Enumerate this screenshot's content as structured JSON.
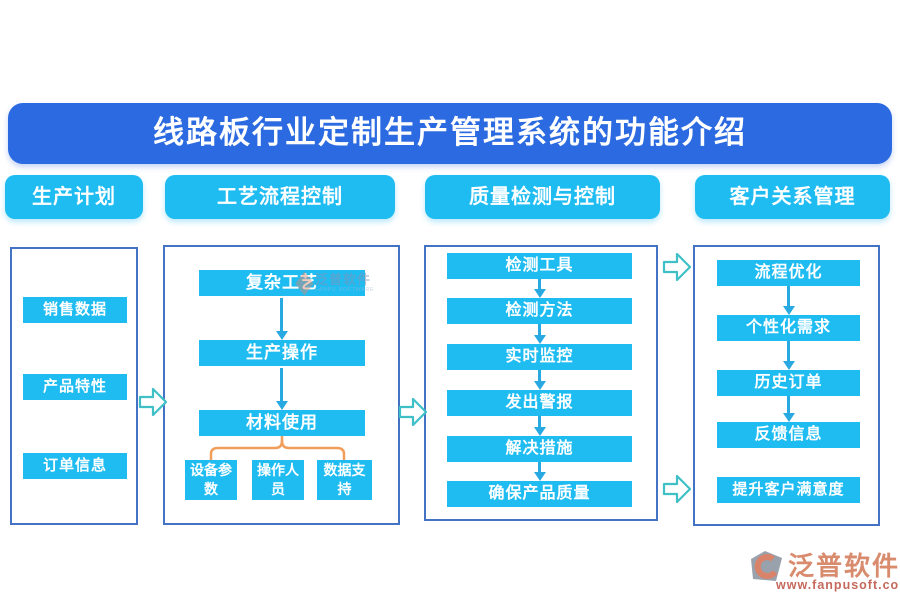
{
  "title": "线路板行业定制生产管理系统的功能介绍",
  "columns": [
    {
      "header": "生产计划",
      "items": [
        "销售数据",
        "产品特性",
        "订单信息"
      ]
    },
    {
      "header": "工艺流程控制",
      "items": [
        "复杂工艺",
        "生产操作",
        "材料使用"
      ],
      "sub_items": [
        "设备参数",
        "操作人员",
        "数据支持"
      ]
    },
    {
      "header": "质量检测与控制",
      "items": [
        "检测工具",
        "检测方法",
        "实时监控",
        "发出警报",
        "解决措施",
        "确保产品质量"
      ]
    },
    {
      "header": "客户关系管理",
      "items": [
        "流程优化",
        "个性化需求",
        "历史订单",
        "反馈信息",
        "提升客户满意度"
      ]
    }
  ],
  "watermark": {
    "brand": "泛普软件",
    "sub": "FANPU SOFTWARE"
  },
  "footer": {
    "brand": "泛普软件",
    "url": "www.fanpusoft.com"
  },
  "colors": {
    "banner": "#2b6ae0",
    "cyan": "#1fbcf2",
    "border": "#4472c4",
    "flow": "#29a9e2",
    "bracket": "#f09e5a",
    "chevron": "#3ec0c6",
    "coral": "#d98b6e",
    "url": "#c4695c"
  }
}
